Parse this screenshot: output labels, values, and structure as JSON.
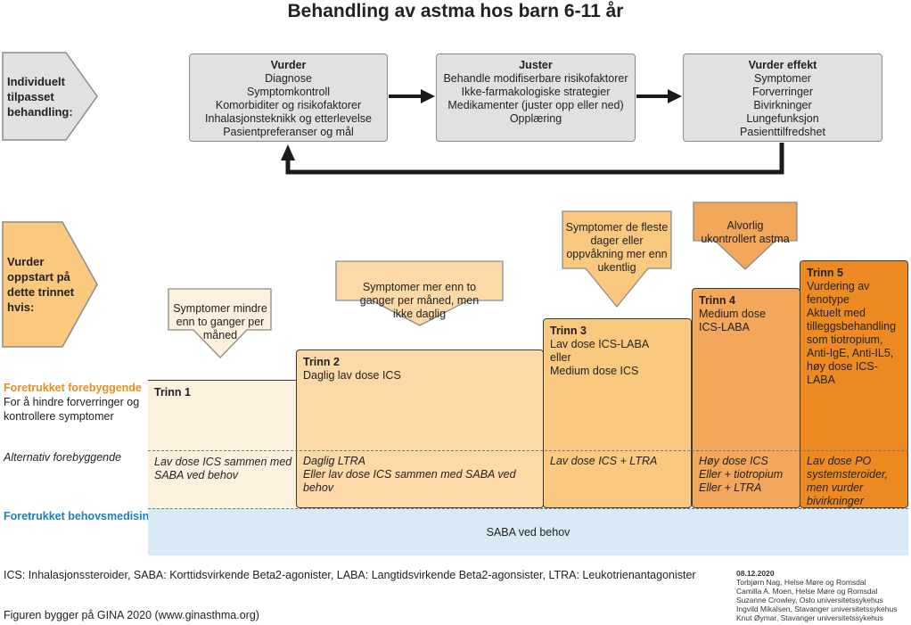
{
  "title": "Behandling av astma hos barn 6-11 år",
  "cycle": {
    "label": "Individuelt tilpasset behandling:",
    "boxes": [
      {
        "heading": "Vurder",
        "lines": [
          "Diagnose",
          "Symptomkontroll",
          "Komorbiditer og risikofaktorer",
          "Inhalasjonsteknikk og etterlevelse",
          "Pasientpreferanser og mål"
        ]
      },
      {
        "heading": "Juster",
        "lines": [
          "Behandle modifiserbare risikofaktorer",
          "Ikke-farmakologiske strategier",
          "Medikamenter (juster opp eller ned)",
          "Opplæring"
        ]
      },
      {
        "heading": "Vurder effekt",
        "lines": [
          "Symptomer",
          "Forverringer",
          "Bivirkninger",
          "Lungefunksjon",
          "Pasienttilfredshet"
        ]
      }
    ]
  },
  "start_label": "Vurder oppstart på dette trinnet hvis:",
  "callouts": [
    "Symptomer mindre enn to ganger per måned",
    "Symptomer mer enn to ganger per måned, men ikke daglig",
    "Symptomer de fleste dager eller oppvåkning mer enn ukentlig",
    "Alvorlig ukontrollert astma"
  ],
  "side": {
    "preferred_title": "Foretrukket forebyggende",
    "preferred_desc": "For å hindre forverringer og kontrollere symptomer",
    "alternative": "Alternativ forebyggende",
    "reliever": "Foretrukket behovsmedisin"
  },
  "steps": [
    {
      "name": "Trinn 1",
      "preferred": "",
      "alternative": "Lav dose ICS sammen med SABA ved behov"
    },
    {
      "name": "Trinn 2",
      "preferred": "Daglig lav dose ICS",
      "alternative": "Daglig LTRA\nEller lav dose ICS sammen med SABA ved behov"
    },
    {
      "name": "Trinn 3",
      "preferred": "Lav dose ICS-LABA\neller\nMedium dose ICS",
      "alternative": "Lav dose ICS + LTRA"
    },
    {
      "name": "Trinn 4",
      "preferred": "Medium dose\nICS-LABA",
      "alternative": "Høy dose ICS\nEller + tiotropium\nEller + LTRA"
    },
    {
      "name": "Trinn 5",
      "preferred": "Vurdering av fenotype\nAktuelt med tilleggsbehandling som tiotropium, Anti-IgE, Anti-IL5, høy dose ICS-LABA",
      "alternative": "Lav dose PO systemsteroider, men vurder bivirkninger"
    }
  ],
  "reliever_text": "SABA ved behov",
  "abbreviations": "ICS: Inhalasjonssteroider, SABA: Korttidsvirkende Beta2-agonister, LABA: Langtidsvirkende Beta2-agonsister, LTRA: Leukotrienantagonister",
  "source": "Figuren bygger på GINA 2020 (www.ginasthma.org)",
  "credits": {
    "date": "08.12.2020",
    "authors": [
      "Torbjørn Nag, Helse Møre og Romsdal",
      "Camilla A. Moen, Helse Møre og Romsdal",
      "Suzanne Crowley, Oslo universitetssykehus",
      "Ingvild Mikalsen, Stavanger universitetssykehus",
      "Knut Øymar, Stavanger universitetssykehus"
    ]
  },
  "colors": {
    "step1": "#fdf0dd",
    "step2": "#fcd9a6",
    "step3": "#fbc87f",
    "step4": "#f3a75a",
    "step5": "#ee8a22",
    "preferred_title": "#ef8c1e",
    "reliever_title": "#1b7fc0",
    "reliever_band": "#d7eaf6",
    "grey_box": "#e1e1e1"
  }
}
